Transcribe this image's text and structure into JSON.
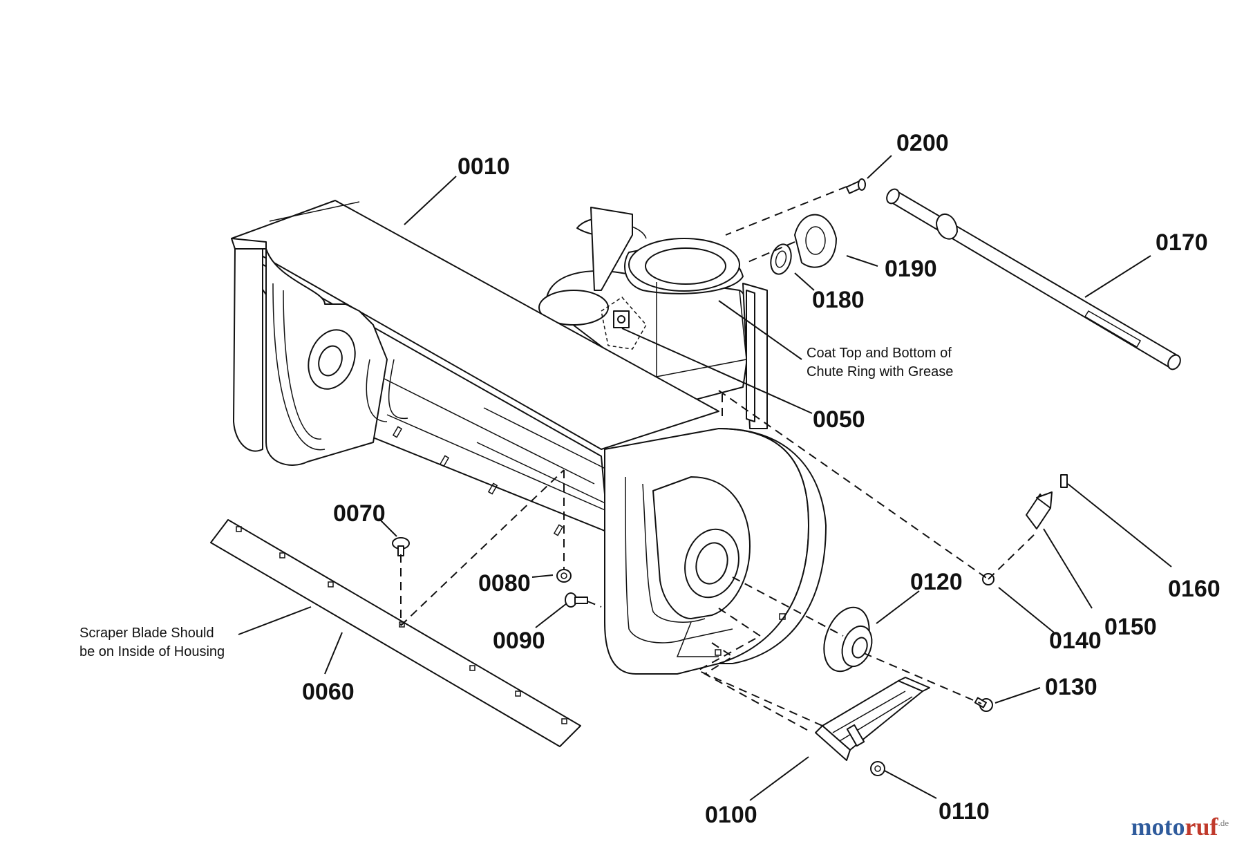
{
  "callouts": [
    {
      "id": "0010",
      "label": "0010"
    },
    {
      "id": "0050",
      "label": "0050"
    },
    {
      "id": "0060",
      "label": "0060"
    },
    {
      "id": "0070",
      "label": "0070"
    },
    {
      "id": "0080",
      "label": "0080"
    },
    {
      "id": "0090",
      "label": "0090"
    },
    {
      "id": "0100",
      "label": "0100"
    },
    {
      "id": "0110",
      "label": "0110"
    },
    {
      "id": "0120",
      "label": "0120"
    },
    {
      "id": "0130",
      "label": "0130"
    },
    {
      "id": "0140",
      "label": "0140"
    },
    {
      "id": "0150",
      "label": "0150"
    },
    {
      "id": "0160",
      "label": "0160"
    },
    {
      "id": "0170",
      "label": "0170"
    },
    {
      "id": "0180",
      "label": "0180"
    },
    {
      "id": "0190",
      "label": "0190"
    },
    {
      "id": "0200",
      "label": "0200"
    }
  ],
  "notes": {
    "chute_line1": "Coat Top and Bottom of",
    "chute_line2": "Chute Ring with Grease",
    "scraper_line1": "Scraper Blade Should",
    "scraper_line2": "be on Inside of Housing"
  },
  "watermark": {
    "brand_part1": "moto",
    "brand_part2": "ruf",
    "tld": ".de"
  },
  "colors": {
    "ink": "#111111",
    "watermark_blue": "#2f5b9c",
    "watermark_red": "#c0392b"
  }
}
